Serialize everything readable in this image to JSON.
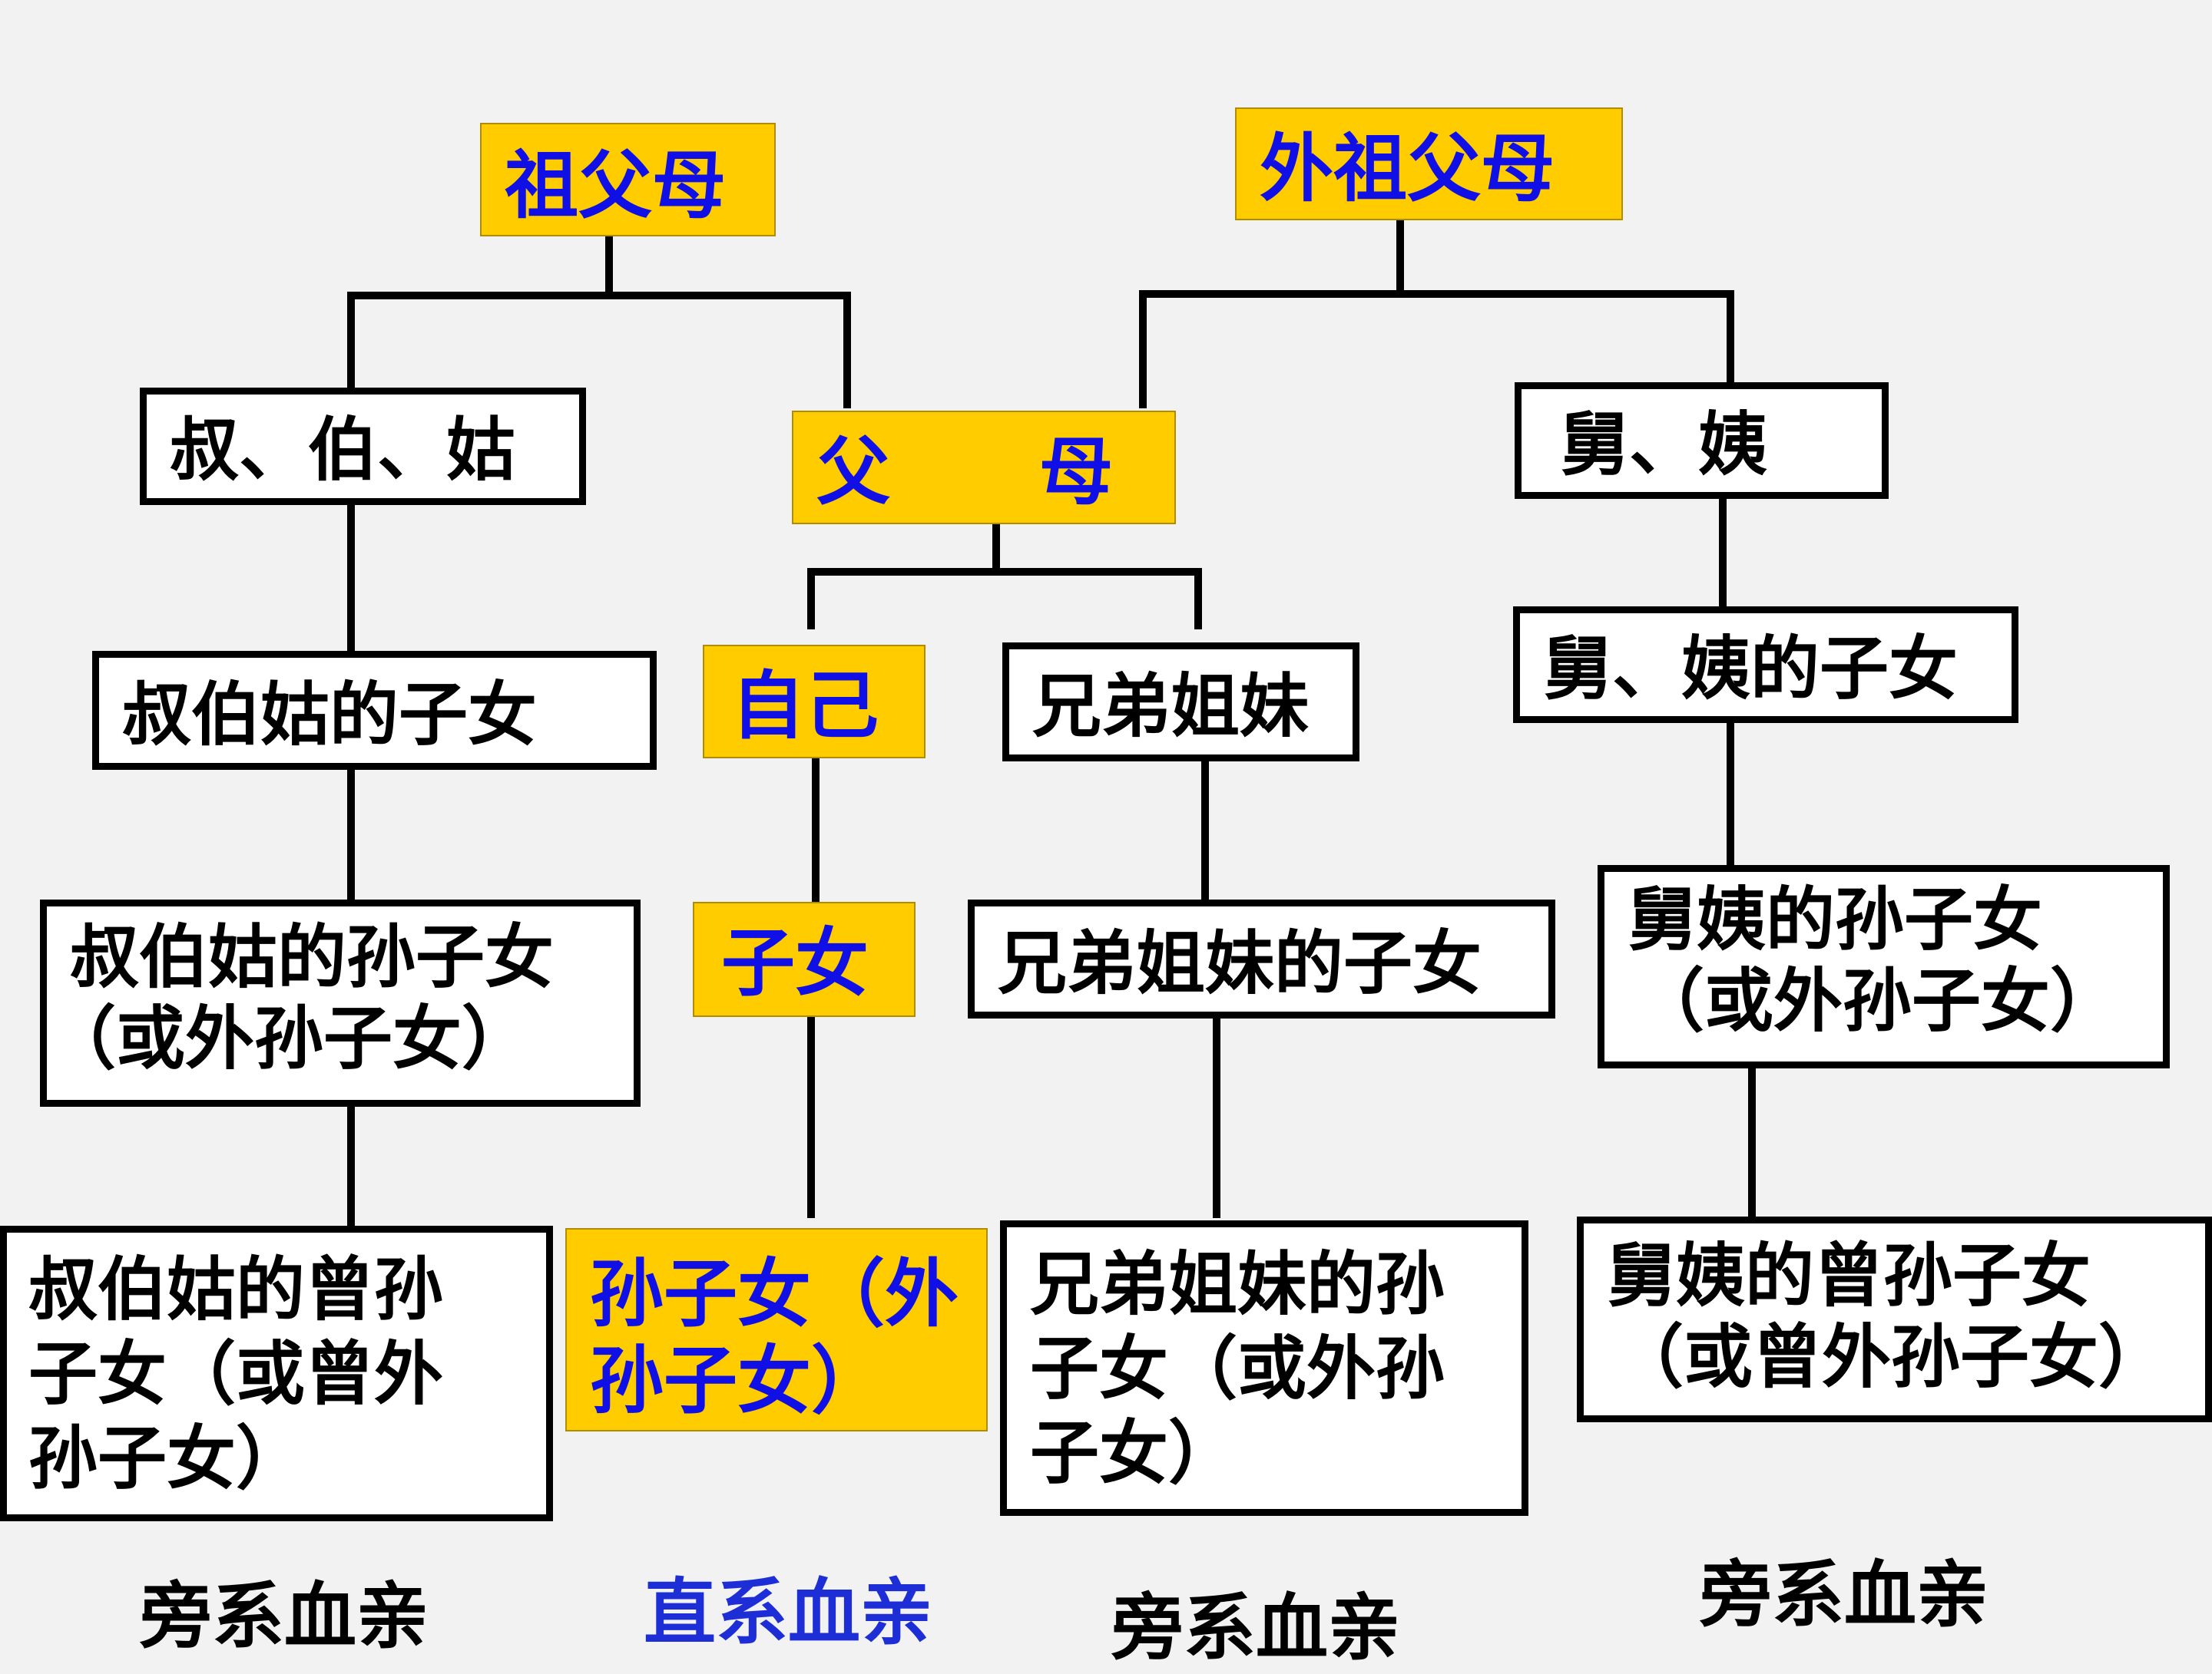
{
  "colors": {
    "background": "#f2f2f2",
    "highlight_fill": "#ffcc00",
    "highlight_text": "#1010e6",
    "box_border": "#000000",
    "caption_direct": "#1d2ed6"
  },
  "nodes": {
    "grandparents": "祖父母",
    "maternal_grandparents": "外祖父母",
    "uncles_aunts_paternal": "叔、伯、姑",
    "parents_left": "父",
    "parents_right": "母",
    "uncles_aunts_maternal": "舅、姨",
    "paternal_cousins": "叔伯姑的子女",
    "self": "自己",
    "siblings": "兄弟姐妹",
    "maternal_cousins": "舅、姨的子女",
    "paternal_cousin_children": [
      "叔伯姑的孙子女",
      "（或外孙子女）"
    ],
    "children": "子女",
    "sibling_children": "兄弟姐妹的子女",
    "maternal_cousin_children": [
      "舅姨的孙子女",
      "（或外孙子女）"
    ],
    "paternal_great": [
      "叔伯姑的曾孙",
      "子女（或曾外",
      "孙子女）"
    ],
    "grandchildren": [
      "孙子女（外",
      "孙子女）"
    ],
    "sibling_grandchildren": [
      "兄弟姐妹的孙",
      "子女（或外孙",
      "子女）"
    ],
    "maternal_great": [
      "舅姨的曾孙子女",
      "（或曾外孙子女）"
    ]
  },
  "captions": {
    "col1": "旁系血亲",
    "col2": "直系血亲",
    "col3": "旁系血亲",
    "col4": "旁系血亲"
  }
}
